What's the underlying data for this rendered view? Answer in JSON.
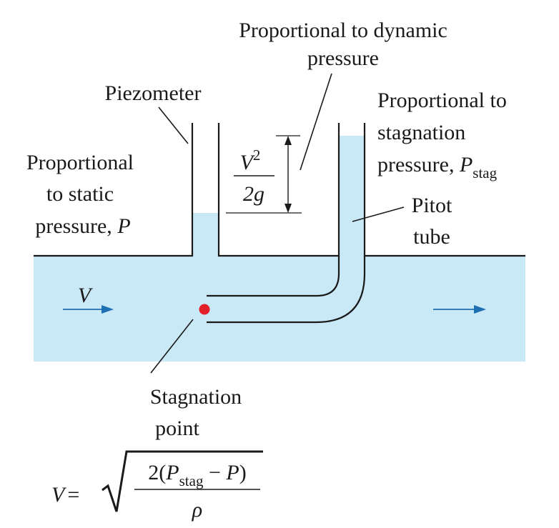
{
  "colors": {
    "water": "#c9e9f7",
    "line": "#1a1a1a",
    "arrow": "#1f6fb5",
    "stagnation_point": "#e3202a"
  },
  "labels": {
    "dynamic_line1": "Proportional to dynamic",
    "dynamic_line2": "pressure",
    "piezometer": "Piezometer",
    "stag_line1": "Proportional to",
    "stag_line2": "stagnation",
    "stag_line3_prefix": "pressure, ",
    "stag_symbol": "P",
    "stag_subscript": "stag",
    "static_line1": "Proportional",
    "static_line2": "to static",
    "static_line3_prefix": "pressure, ",
    "static_symbol": "P",
    "pitot_line1": "Pitot",
    "pitot_line2": "tube",
    "velocity_symbol": "V",
    "stagnation_line1": "Stagnation",
    "stagnation_line2": "point"
  },
  "head": {
    "numerator": "V",
    "exponent": "2",
    "denominator": "2g"
  },
  "formula": {
    "lhs": "V",
    "equals": "=",
    "num_prefix": "2(",
    "num_symbol": "P",
    "num_subscript": "stag",
    "num_minus": " − ",
    "num_p": "P",
    "num_suffix": ")",
    "denominator": "ρ"
  }
}
